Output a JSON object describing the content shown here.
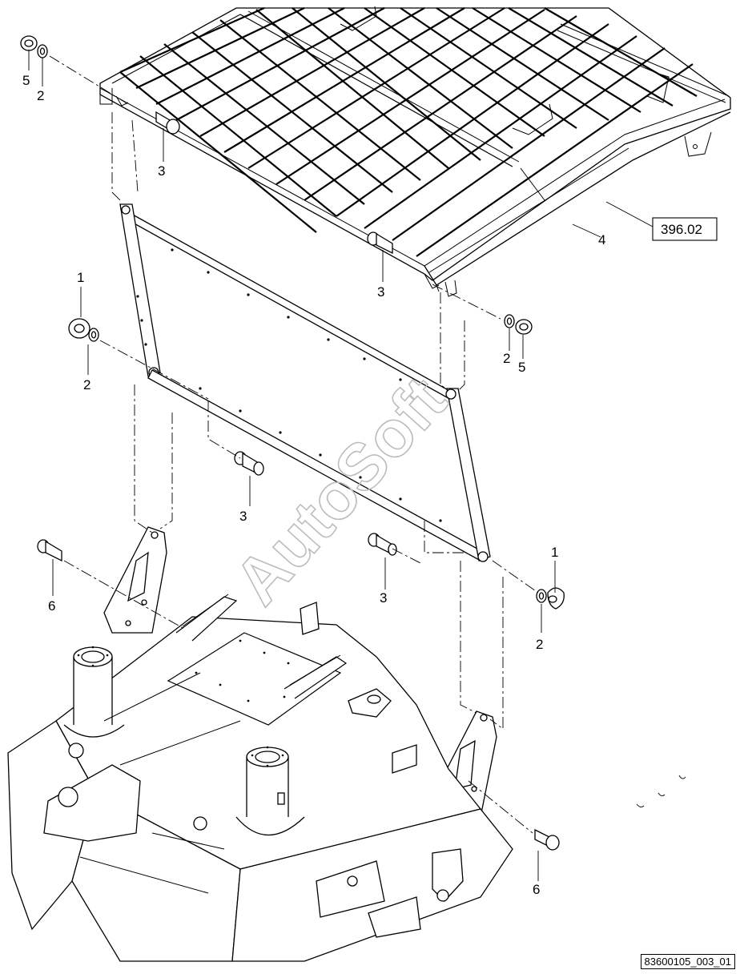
{
  "callouts": {
    "c_5_top": "5",
    "c_2_top": "2",
    "c_3_top": "3",
    "c_4": "4",
    "c_3_mid": "3",
    "c_1_left": "1",
    "c_2_left": "2",
    "c_2_right": "2",
    "c_5_right": "5",
    "c_3_lower": "3",
    "c_1_right": "1",
    "c_3_right": "3",
    "c_6_left": "6",
    "c_2_lower": "2",
    "c_6_bottom": "6"
  },
  "reference_box": "396.02",
  "watermark": "AutoSoft",
  "figure_id": "83600105_003_01",
  "colors": {
    "line": "#000000",
    "watermark": "#bdbdbd",
    "background": "#ffffff"
  }
}
